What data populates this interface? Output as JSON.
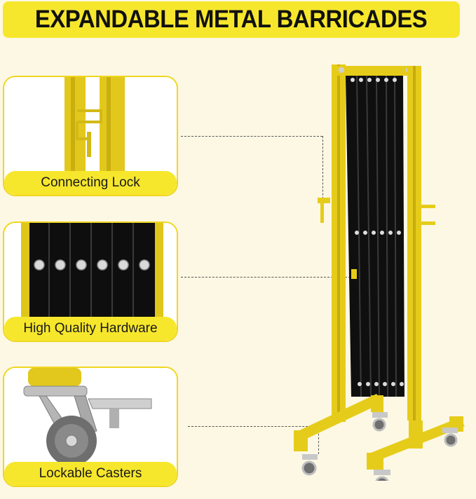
{
  "banner": {
    "title": "EXPANDABLE METAL BARRICADES"
  },
  "features": [
    {
      "label": "Connecting Lock"
    },
    {
      "label": "High Quality Hardware"
    },
    {
      "label": "Lockable Casters"
    }
  ],
  "colors": {
    "brand_yellow": "#f7e72c",
    "frame_yellow": "#e6cc1a",
    "panel_black": "#111111",
    "background": "#fdf8e4"
  }
}
